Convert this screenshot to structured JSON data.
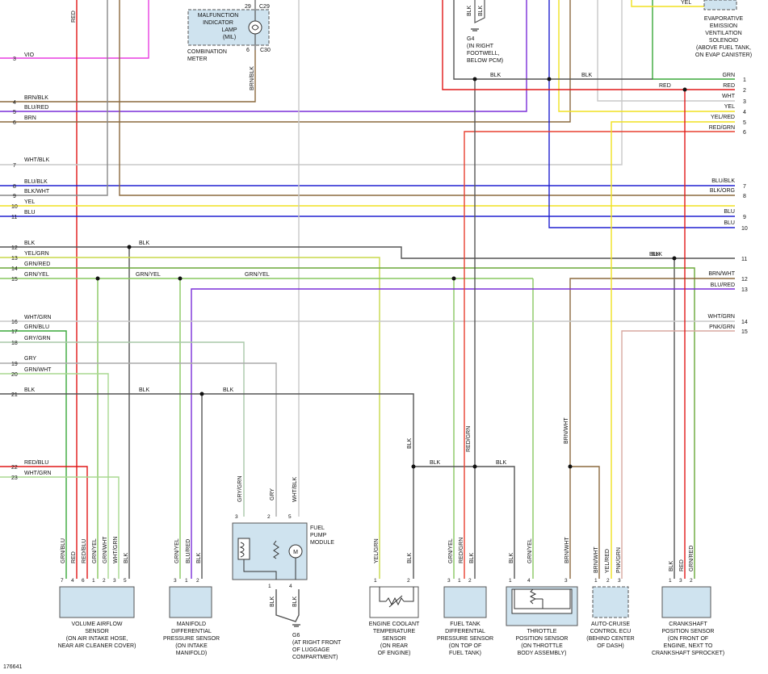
{
  "diagram_id": "176641",
  "left_pins": [
    {
      "num": "3",
      "label": "VIO"
    },
    {
      "num": "4",
      "label": "BRN/BLK"
    },
    {
      "num": "5",
      "label": "BLU/RED"
    },
    {
      "num": "6",
      "label": "BRN"
    },
    {
      "num": "7",
      "label": "WHT/BLK"
    },
    {
      "num": "8",
      "label": "BLU/BLK"
    },
    {
      "num": "9",
      "label": "BLK/WHT"
    },
    {
      "num": "10",
      "label": "YEL"
    },
    {
      "num": "11",
      "label": "BLU"
    },
    {
      "num": "12",
      "label": "BLK"
    },
    {
      "num": "13",
      "label": "YEL/GRN"
    },
    {
      "num": "14",
      "label": "GRN/RED"
    },
    {
      "num": "15",
      "label": "GRN/YEL"
    },
    {
      "num": "16",
      "label": "WHT/GRN"
    },
    {
      "num": "17",
      "label": "GRN/BLU"
    },
    {
      "num": "18",
      "label": "GRY/GRN"
    },
    {
      "num": "19",
      "label": "GRY"
    },
    {
      "num": "20",
      "label": "GRN/WHT"
    },
    {
      "num": "21",
      "label": "BLK"
    },
    {
      "num": "22",
      "label": "RED/BLU"
    },
    {
      "num": "23",
      "label": "WHT/GRN"
    }
  ],
  "right_pins": [
    {
      "num": "1",
      "label": "GRN"
    },
    {
      "num": "2",
      "label": "RED"
    },
    {
      "num": "3",
      "label": "WHT"
    },
    {
      "num": "4",
      "label": "YEL"
    },
    {
      "num": "5",
      "label": "YEL/RED"
    },
    {
      "num": "6",
      "label": "RED/GRN"
    },
    {
      "num": "7",
      "label": "BLU/BLK"
    },
    {
      "num": "8",
      "label": "BLK/ORG"
    },
    {
      "num": "9",
      "label": "BLU"
    },
    {
      "num": "10",
      "label": "BLU"
    },
    {
      "num": "11",
      "label": "BLK"
    },
    {
      "num": "12",
      "label": "BRN/WHT"
    },
    {
      "num": "13",
      "label": "BLU/RED"
    },
    {
      "num": "14",
      "label": "WHT/GRN"
    },
    {
      "num": "15",
      "label": "PNK/GRN"
    }
  ],
  "top": {
    "mil_lines": [
      "MALFUNCTION",
      "INDICATOR",
      "LAMP",
      "(MIL)"
    ],
    "c29_pin": "29",
    "c29": "C29",
    "c30_pin": "6",
    "c30": "C30",
    "combination_meter": [
      "COMBINATION",
      "METER"
    ],
    "brn_blk": "BRN/BLK",
    "red": "RED",
    "g4_blk1": "BLK",
    "g4_blk2": "BLK",
    "g4_lines": [
      "G4",
      "(IN RIGHT",
      "FOOTWELL,",
      "BELOW PCM)"
    ],
    "blk_a": "BLK",
    "blk_b": "BLK",
    "red_c": "RED",
    "yel_top": "YEL",
    "evap_lines": [
      "EVAPORATIVE",
      "EMISSION",
      "VENTILATION",
      "SOLENOID",
      "(ABOVE FUEL TANK,",
      "ON EVAP CANISTER)"
    ]
  },
  "mid_labels": {
    "blk12": "BLK",
    "blk_r11": "BLK",
    "grnyel_a": "GRN/YEL",
    "grnyel_b": "GRN/YEL",
    "blk21a": "BLK",
    "blk21b": "BLK",
    "blk_vert_ect": "BLK",
    "redgrn_vert": "RED/GRN",
    "blk_ect_h": "BLK",
    "blk_ft_h": "BLK",
    "brnwht_vert": "BRN/WHT",
    "grygrn_vert": "GRY/GRN",
    "gry_vert": "GRY",
    "whtblk_vert": "WHT/BLK"
  },
  "fuel_pump": {
    "pins_top": [
      "3",
      "2",
      "5"
    ],
    "pins_bottom": [
      "1",
      "4"
    ],
    "title": [
      "FUEL",
      "PUMP",
      "MODULE"
    ],
    "motor": "M",
    "blk1": "BLK",
    "blk2": "BLK",
    "g6_lines": [
      "G6",
      "(AT RIGHT FRONT",
      "OF LUGGAGE",
      "COMPARTMENT)"
    ]
  },
  "components": [
    {
      "name": "volume-airflow-sensor",
      "wires": [
        "GRN/BLU",
        "RED",
        "RED/BLU",
        "GRN/YEL",
        "GRN/WHT",
        "WHT/GRN",
        "BLK"
      ],
      "pins": [
        "7",
        "4",
        "6",
        "1",
        "2",
        "3",
        "5"
      ],
      "caption": [
        "VOLUME AIRFLOW",
        "SENSOR",
        "(ON AIR INTAKE HOSE,",
        "NEAR AIR CLEANER COVER)"
      ]
    },
    {
      "name": "manifold-differential-pressure-sensor",
      "wires": [
        "GRN/YEL",
        "BLU/RED",
        "BLK"
      ],
      "pins": [
        "3",
        "1",
        "2"
      ],
      "caption": [
        "MANIFOLD",
        "DIFFERENTIAL",
        "PRESSURE SENSOR",
        "(ON INTAKE",
        "MANIFOLD)"
      ]
    },
    {
      "name": "engine-coolant-temperature-sensor",
      "wires": [
        "YEL/GRN",
        "BLK"
      ],
      "pins": [
        "1",
        "2"
      ],
      "caption": [
        "ENGINE COOLANT",
        "TEMPERATURE",
        "SENSOR",
        "(ON REAR",
        "OF ENGINE)"
      ]
    },
    {
      "name": "fuel-tank-differential-pressure-sensor",
      "wires": [
        "GRN/YEL",
        "RED/GRN",
        "BLK"
      ],
      "pins": [
        "3",
        "1",
        "2"
      ],
      "caption": [
        "FUEL TANK",
        "DIFFERENTIAL",
        "PRESSURE SENSOR",
        "(ON TOP OF",
        "FUEL TANK)"
      ]
    },
    {
      "name": "throttle-position-sensor",
      "wires": [
        "BLK",
        "GRN/YEL",
        "BRN/WHT"
      ],
      "pins": [
        "1",
        "4",
        "3"
      ],
      "caption": [
        "THROTTLE",
        "POSITION SENSOR",
        "(ON THROTTLE",
        "BODY ASSEMBLY)"
      ]
    },
    {
      "name": "auto-cruise-control-ecu",
      "wires": [
        "BRN/WHT",
        "YEL/RED",
        "PNK/GRN"
      ],
      "pins": [
        "1",
        "2",
        "3"
      ],
      "caption": [
        "AUTO-CRUISE",
        "CONTROL ECU",
        "(BEHIND CENTER",
        "OF DASH)"
      ]
    },
    {
      "name": "crankshaft-position-sensor",
      "wires": [
        "BLK",
        "RED",
        "GRN/RED"
      ],
      "pins": [
        "1",
        "3",
        "2"
      ],
      "caption": [
        "CRANKSHAFT",
        "POSITION SENSOR",
        "(ON FRONT OF",
        "ENGINE, NEXT TO",
        "CRANKSHAFT SPROCKET)"
      ]
    }
  ],
  "colors": {
    "vio": "#e83ee0",
    "red": "#e01818",
    "brn": "#8b6a3e",
    "blu": "#2020d0",
    "purple": "#7a2ed8",
    "grn": "#3aa83a",
    "ltgrn": "#88c860",
    "yel": "#f0e020",
    "gry": "#aaaaaa",
    "blk": "#555555",
    "wht": "#d0d0d0",
    "pnk": "#d8a8a0",
    "component_fill": "#cfe3ef"
  }
}
